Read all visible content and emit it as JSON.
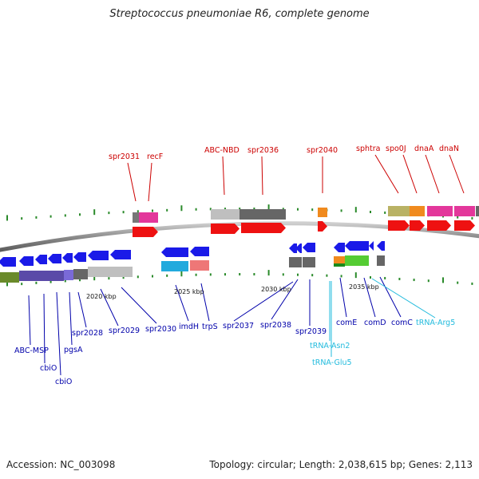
{
  "title": "Streptococcus pneumoniae R6, complete genome",
  "footer": {
    "accession": "Accession: NC_003098",
    "summary": "Topology: circular; Length: 2,038,615 bp; Genes: 2,113"
  },
  "colors": {
    "top_label": "#cc0000",
    "bottom_label": "#0000aa",
    "trna_label": "#22bbdd",
    "backbone": "#888888",
    "tick": "#2a8a2a"
  },
  "scale_marks": [
    "2020 kbp",
    "2025 kbp",
    "2030 kbp",
    "2035 kbp"
  ],
  "top_genes": [
    "spr2031",
    "recF",
    "ABC-NBD",
    "spr2036",
    "spr2040",
    "sphtra",
    "spo0J",
    "dnaA",
    "dnaN"
  ],
  "bottom_genes": [
    "ABC-MSP",
    "cbiO",
    "cbiO",
    "pgsA",
    "spr2028",
    "spr2029",
    "spr2030",
    "imdH",
    "trpS",
    "spr2037",
    "spr2038",
    "spr2039",
    "comE",
    "comD",
    "comC"
  ],
  "trna_genes": [
    "tRNA-Asn2",
    "tRNA-Glu5",
    "tRNA-Arg5"
  ]
}
